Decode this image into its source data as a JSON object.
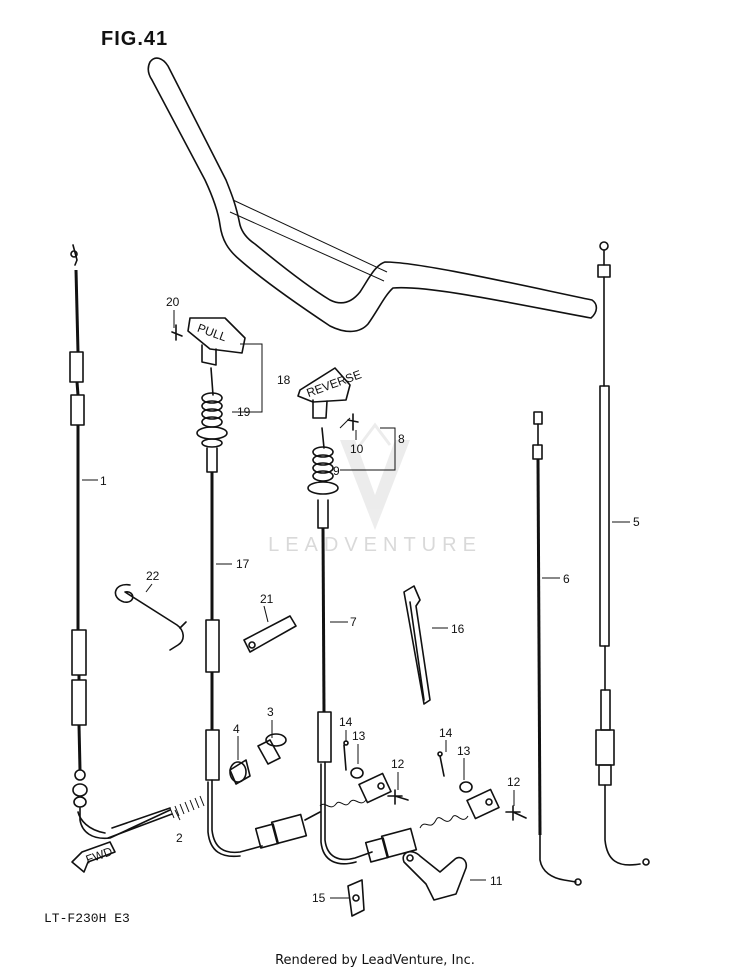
{
  "figure_title": "FIG.41",
  "model_code": "LT-F230H  E3",
  "footer_text": "Rendered by LeadVenture, Inc.",
  "watermark_text": "LEADVENTURE",
  "knob_texts": {
    "pull": "PULL",
    "reverse": "REVERSE"
  },
  "fwd_text": "FWD",
  "labels": [
    "1",
    "2",
    "3",
    "4",
    "5",
    "6",
    "7",
    "8",
    "9",
    "10",
    "11",
    "12",
    "12",
    "13",
    "13",
    "14",
    "14",
    "15",
    "16",
    "17",
    "18",
    "19",
    "20",
    "21",
    "22"
  ]
}
